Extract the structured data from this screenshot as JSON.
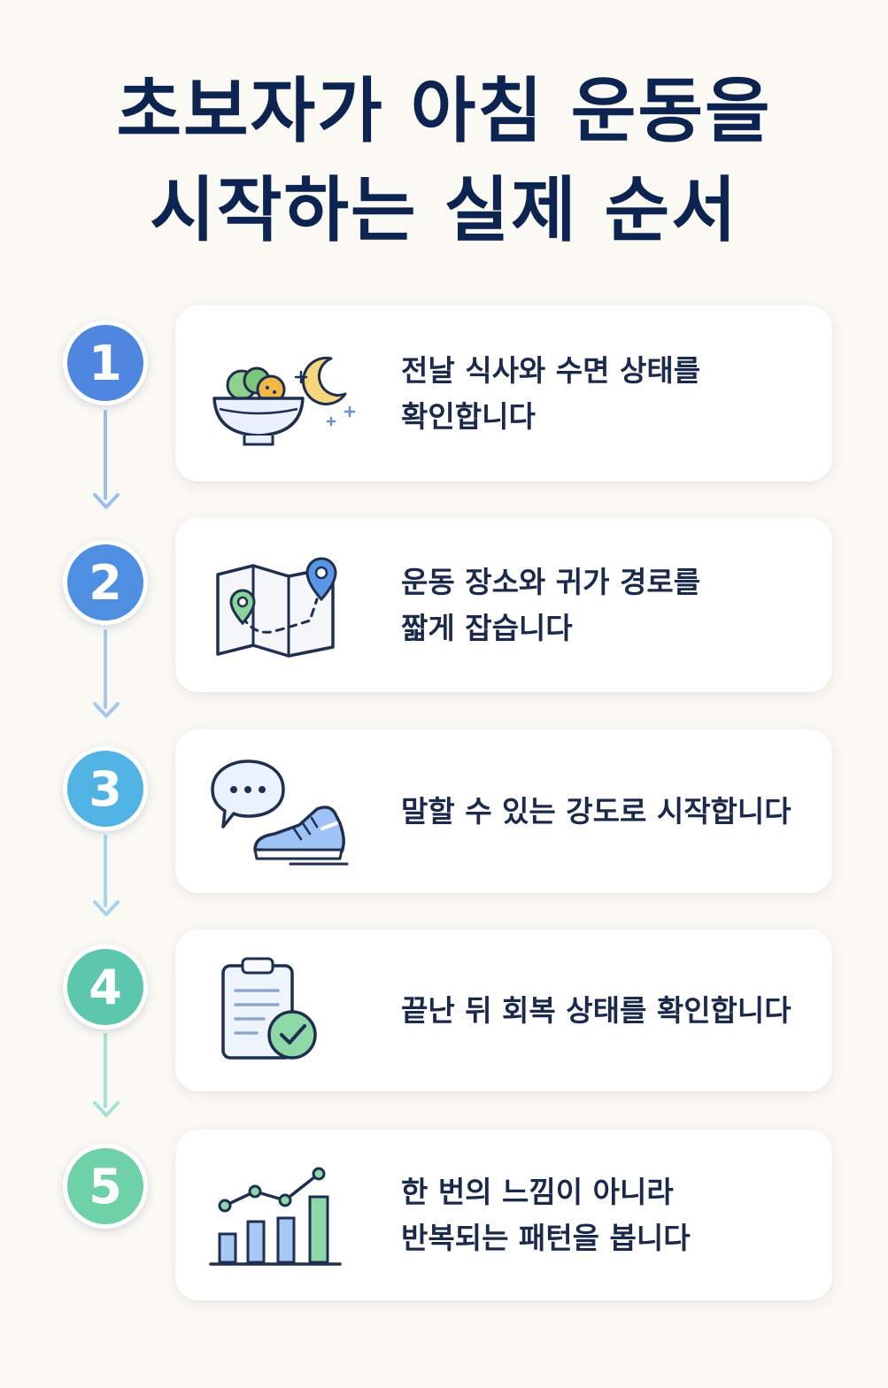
{
  "title": {
    "line1": "초보자가 아침 운동을",
    "line2": "시작하는 실제 순서"
  },
  "steps": [
    {
      "number": "1",
      "color": "#4f86e0",
      "icon": "meal-and-sleep-icon",
      "lines": [
        "전날 식사와 수면 상태를",
        "확인합니다"
      ]
    },
    {
      "number": "2",
      "color": "#4f8fe2",
      "icon": "route-map-icon",
      "lines": [
        "운동 장소와 귀가 경로를",
        "짧게 잡습니다"
      ]
    },
    {
      "number": "3",
      "color": "#51b3e3",
      "icon": "talk-and-sneaker-icon",
      "lines": [
        "말할 수 있는 강도로 시작합니다"
      ]
    },
    {
      "number": "4",
      "color": "#5cc7ad",
      "icon": "clipboard-check-icon",
      "lines": [
        "끝난 뒤 회복 상태를 확인합니다"
      ]
    },
    {
      "number": "5",
      "color": "#6fd1a8",
      "icon": "trend-chart-icon",
      "lines": [
        "한 번의 느낌이 아니라",
        "반복되는 패턴을 봅니다"
      ]
    }
  ],
  "connector_colors": [
    "#9cc0ee",
    "#a4c8ef",
    "#a6d6ef",
    "#a8e0d4"
  ]
}
